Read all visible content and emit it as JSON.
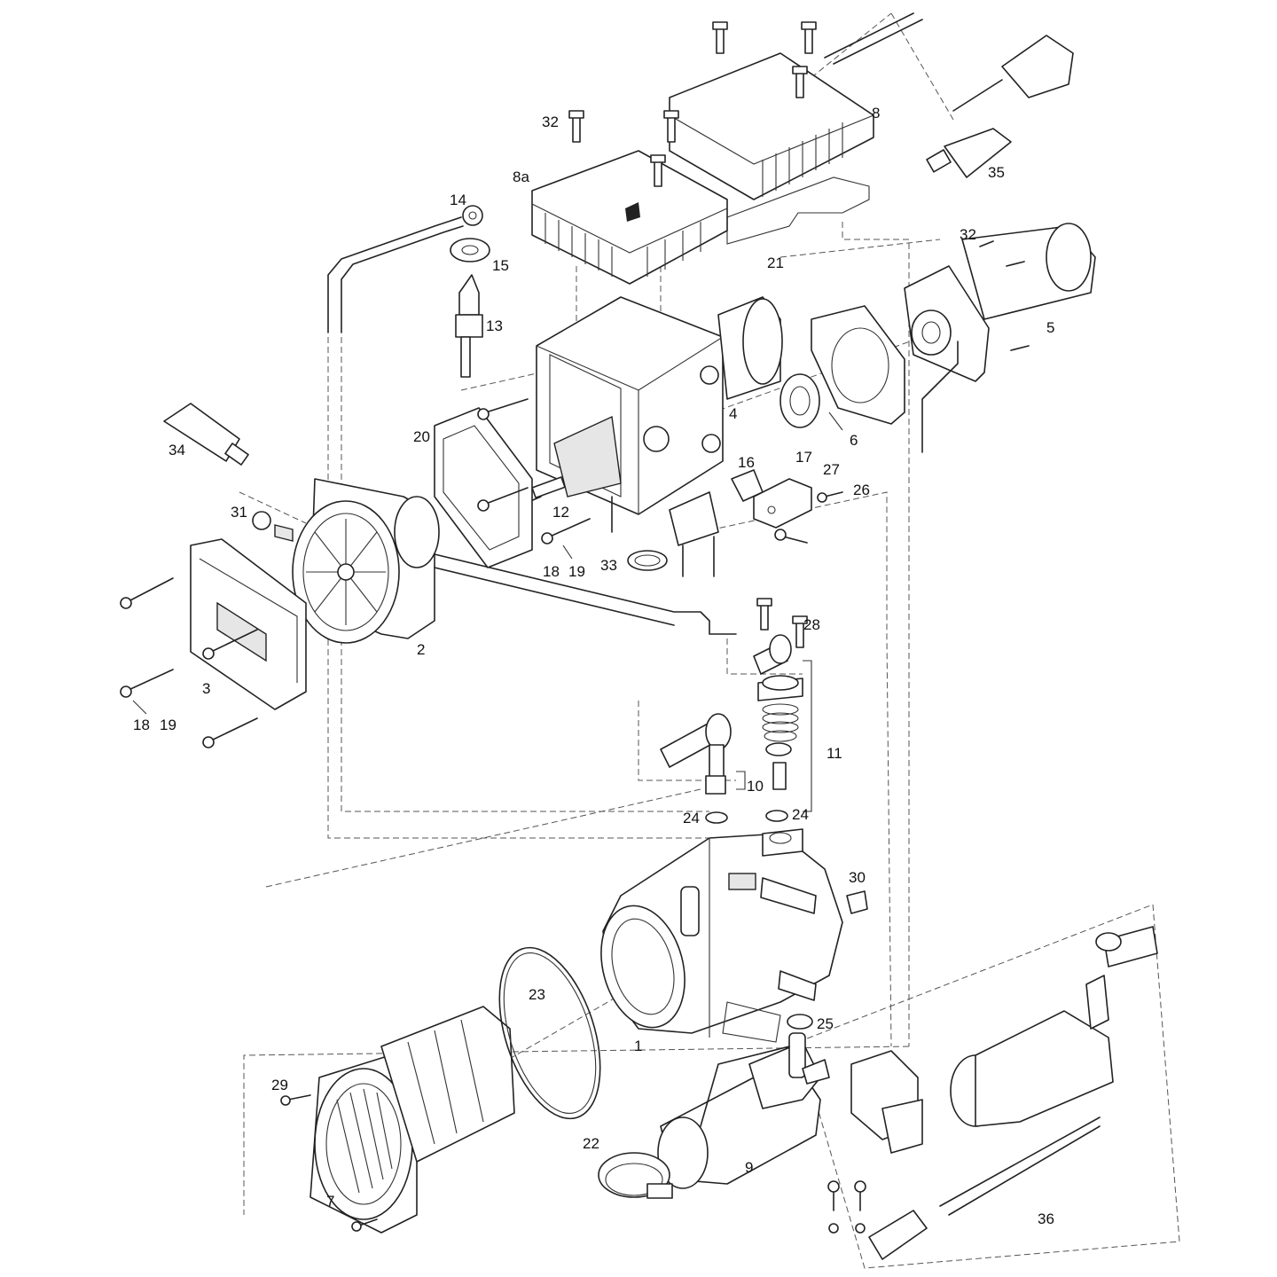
{
  "labels": {
    "l1": "1",
    "l2": "2",
    "l3": "3",
    "l4": "4",
    "l5": "5",
    "l6": "6",
    "l7": "7",
    "l8": "8",
    "l8a": "8a",
    "l9": "9",
    "l10": "10",
    "l11": "11",
    "l12": "12",
    "l13": "13",
    "l14": "14",
    "l15": "15",
    "l16": "16",
    "l17": "17",
    "l18a": "18",
    "l19a": "19",
    "l18b": "18",
    "l19b": "19",
    "l20": "20",
    "l21": "21",
    "l22": "22",
    "l23": "23",
    "l24a": "24",
    "l24b": "24",
    "l25": "25",
    "l26": "26",
    "l27": "27",
    "l28": "28",
    "l29": "29",
    "l30": "30",
    "l31": "31",
    "l32a": "32",
    "l32b": "32",
    "l33": "33",
    "l34": "34",
    "l35": "35",
    "l36": "36"
  }
}
